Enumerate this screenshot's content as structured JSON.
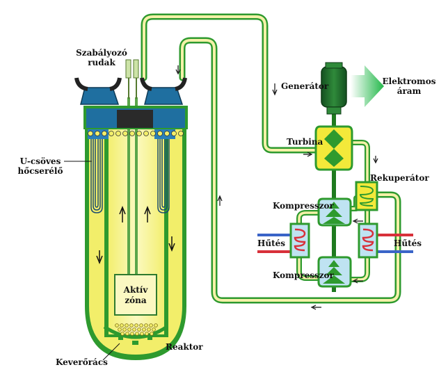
{
  "labels": {
    "control_rods": [
      "Szabályozó",
      "rudak"
    ],
    "generator": "Generátor",
    "electric": [
      "Elektromos",
      "áram"
    ],
    "turbine": "Turbina",
    "recuperator": "Rekuperátor",
    "u_tube_hx": [
      "U-csöves",
      "hőcserélő"
    ],
    "compressor_top": "Kompresszor",
    "compressor_bottom": "Kompresszor",
    "cooling_left": "Hűtés",
    "cooling_right": "Hűtés",
    "active_zone": [
      "Aktív",
      "zóna"
    ],
    "reactor": "Reaktor",
    "mixing_grid": "Keverőrács"
  },
  "colors": {
    "vessel_green": "#2e9a2e",
    "dark_green": "#1f7a1f",
    "coolant_yellow": "#f2ee6a",
    "core_yellow": "#f8f5a0",
    "pipe_yellow": "#f4f1a8",
    "head_blue": "#1f6fa0",
    "hx_blue": "#2a7fb8",
    "turbine_yellow": "#f3e93a",
    "compressor_blue": "#bfe3f2",
    "generator_green": "#1d6a2a",
    "hot_red": "#d8303a",
    "cold_blue": "#3a64c8",
    "arrow_green": "#23b84a"
  }
}
